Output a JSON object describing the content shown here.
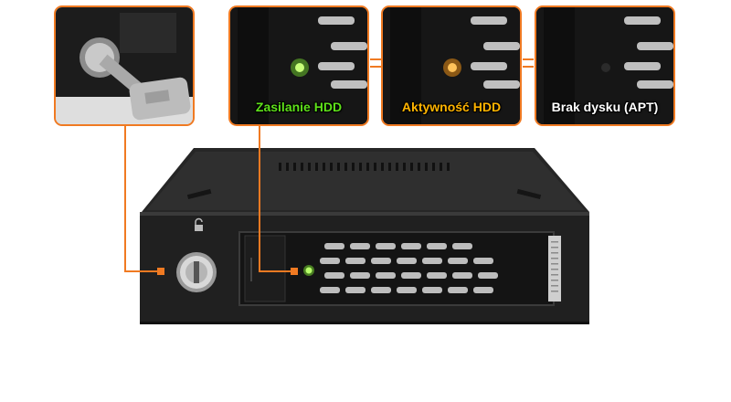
{
  "labels": {
    "power": "Zasilanie HDD",
    "activity": "Aktywność HDD",
    "no_disk": "Brak dysku (APT)"
  },
  "colors": {
    "accent": "#f07a22",
    "power_led": "#7de830",
    "activity_led": "#ff9a14",
    "power_text": "#5ee01a",
    "activity_text": "#ffb400",
    "no_disk_text": "#ffffff"
  }
}
